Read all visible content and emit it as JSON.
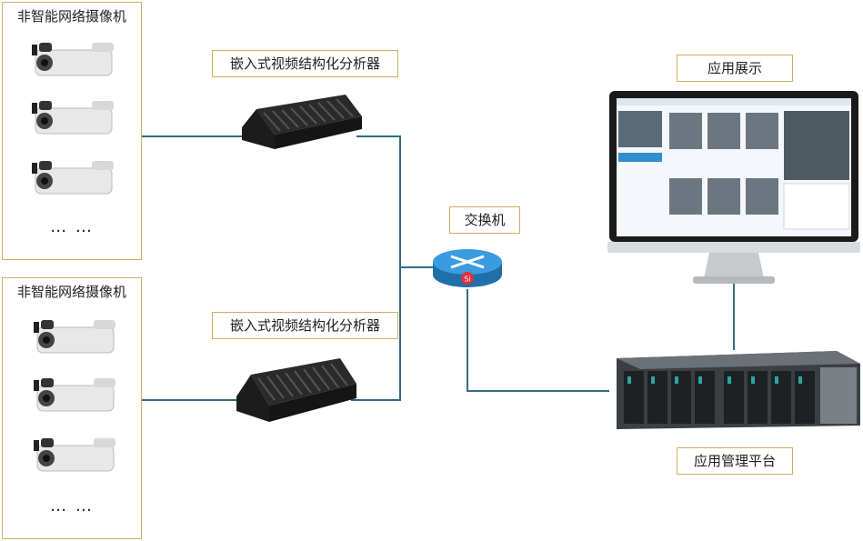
{
  "groups": [
    {
      "title": "非智能网络摄像机",
      "ellipsis": "… …"
    },
    {
      "title": "非智能网络摄像机",
      "ellipsis": "… …"
    }
  ],
  "analyzers": [
    {
      "label": "嵌入式视频结构化分析器"
    },
    {
      "label": "嵌入式视频结构化分析器"
    }
  ],
  "switch": {
    "label": "交换机",
    "badge": "Si"
  },
  "display": {
    "label": "应用展示"
  },
  "platform": {
    "label": "应用管理平台"
  },
  "colors": {
    "wire": "#2f6f82",
    "border": "#d4ad63",
    "switch": "#2f8fd0"
  }
}
